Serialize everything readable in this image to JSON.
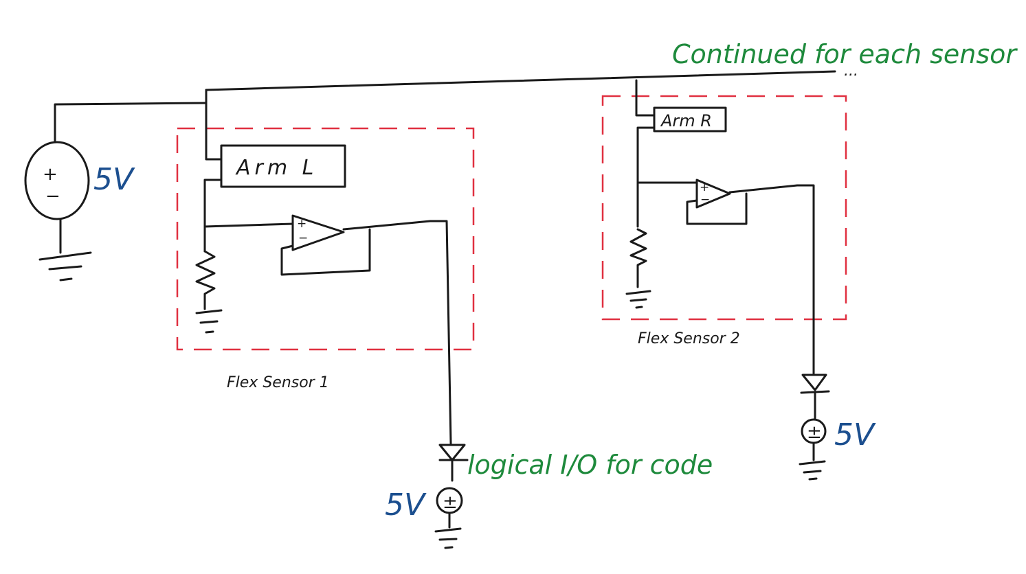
{
  "annotations": {
    "continued": "Continued for each sensor",
    "ellipsis": "...",
    "logical_io": "logical I/O for code"
  },
  "sources": {
    "main_voltage": "5V",
    "sensor1_voltage": "5V",
    "sensor2_voltage": "5V"
  },
  "sensors": [
    {
      "caption": "Flex Sensor 1",
      "block_label": "Arm L"
    },
    {
      "caption": "Flex Sensor 2",
      "block_label": "Arm R"
    }
  ],
  "symbols": {
    "plus": "+",
    "minus": "−",
    "plus_minus": "±"
  },
  "colors": {
    "wire": "#1a1a1a",
    "sensor_boundary": "#e03040",
    "annotation_green": "#1e8a3c",
    "voltage_blue": "#1c4f8f"
  }
}
